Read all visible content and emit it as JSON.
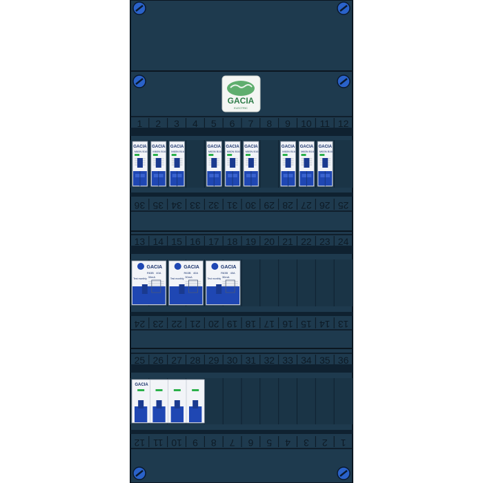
{
  "logo": {
    "brand": "GACIA",
    "tagline": "ELECTRIC"
  },
  "rows": [
    {
      "top_numbers": [
        "1",
        "2",
        "3",
        "4",
        "5",
        "6",
        "7",
        "8",
        "9",
        "10",
        "11",
        "12"
      ],
      "bottom_numbers": [
        "36",
        "35",
        "34",
        "33",
        "32",
        "31",
        "30",
        "29",
        "28",
        "27",
        "26",
        "25"
      ]
    },
    {
      "top_numbers": [
        "13",
        "14",
        "15",
        "16",
        "17",
        "18",
        "19",
        "20",
        "21",
        "22",
        "23",
        "24"
      ],
      "bottom_numbers": [
        "24",
        "23",
        "22",
        "21",
        "20",
        "19",
        "18",
        "17",
        "16",
        "15",
        "14",
        "13"
      ]
    },
    {
      "top_numbers": [
        "25",
        "26",
        "27",
        "28",
        "29",
        "30",
        "31",
        "32",
        "33",
        "34",
        "35",
        "36"
      ],
      "bottom_numbers": [
        "12",
        "11",
        "10",
        "9",
        "8",
        "7",
        "6",
        "5",
        "4",
        "3",
        "2",
        "1"
      ]
    }
  ],
  "mcb": {
    "brand": "GACIA",
    "model": "M60N",
    "rating": "B16"
  },
  "rcbo": {
    "brand": "GACIA",
    "model": "R63B",
    "rating": "40A",
    "sensitivity": "30mA",
    "test": "Test monthly"
  },
  "main_switch": {
    "brand": "GACIA"
  },
  "colors": {
    "panel": "#1e3a4e",
    "border": "#0b1620",
    "breaker_blue": "#1f47b3",
    "label_white": "#f2f4f8",
    "screw": "#2a62c9"
  }
}
